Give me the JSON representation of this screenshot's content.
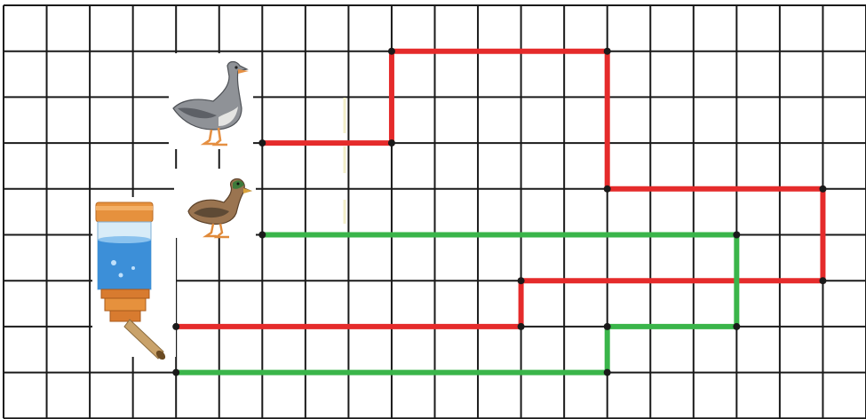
{
  "grid": {
    "columns": 20,
    "rows": 9,
    "line_color": "#1a1a1a",
    "background": "#ffffff"
  },
  "paths": [
    {
      "color": "#e52b2b",
      "from": "goose",
      "to": "bottle",
      "points": [
        [
          6,
          3
        ],
        [
          9,
          3
        ],
        [
          9,
          1
        ],
        [
          14,
          1
        ],
        [
          14,
          4
        ],
        [
          19,
          4
        ],
        [
          19,
          6
        ],
        [
          12,
          6
        ],
        [
          12,
          7
        ],
        [
          4,
          7
        ]
      ]
    },
    {
      "color": "#3ab54a",
      "from": "duck",
      "to": "bottle",
      "points": [
        [
          6,
          5
        ],
        [
          17,
          5
        ],
        [
          17,
          7
        ],
        [
          14,
          7
        ],
        [
          14,
          8
        ],
        [
          4,
          8
        ]
      ]
    }
  ],
  "animals": [
    {
      "name": "goose",
      "icon": "goose-icon"
    },
    {
      "name": "duck",
      "icon": "duck-icon"
    }
  ],
  "bottle": {
    "icon": "water-bottle-icon",
    "cap_color": "#e08a3a",
    "water_color": "#3c8fd8"
  }
}
